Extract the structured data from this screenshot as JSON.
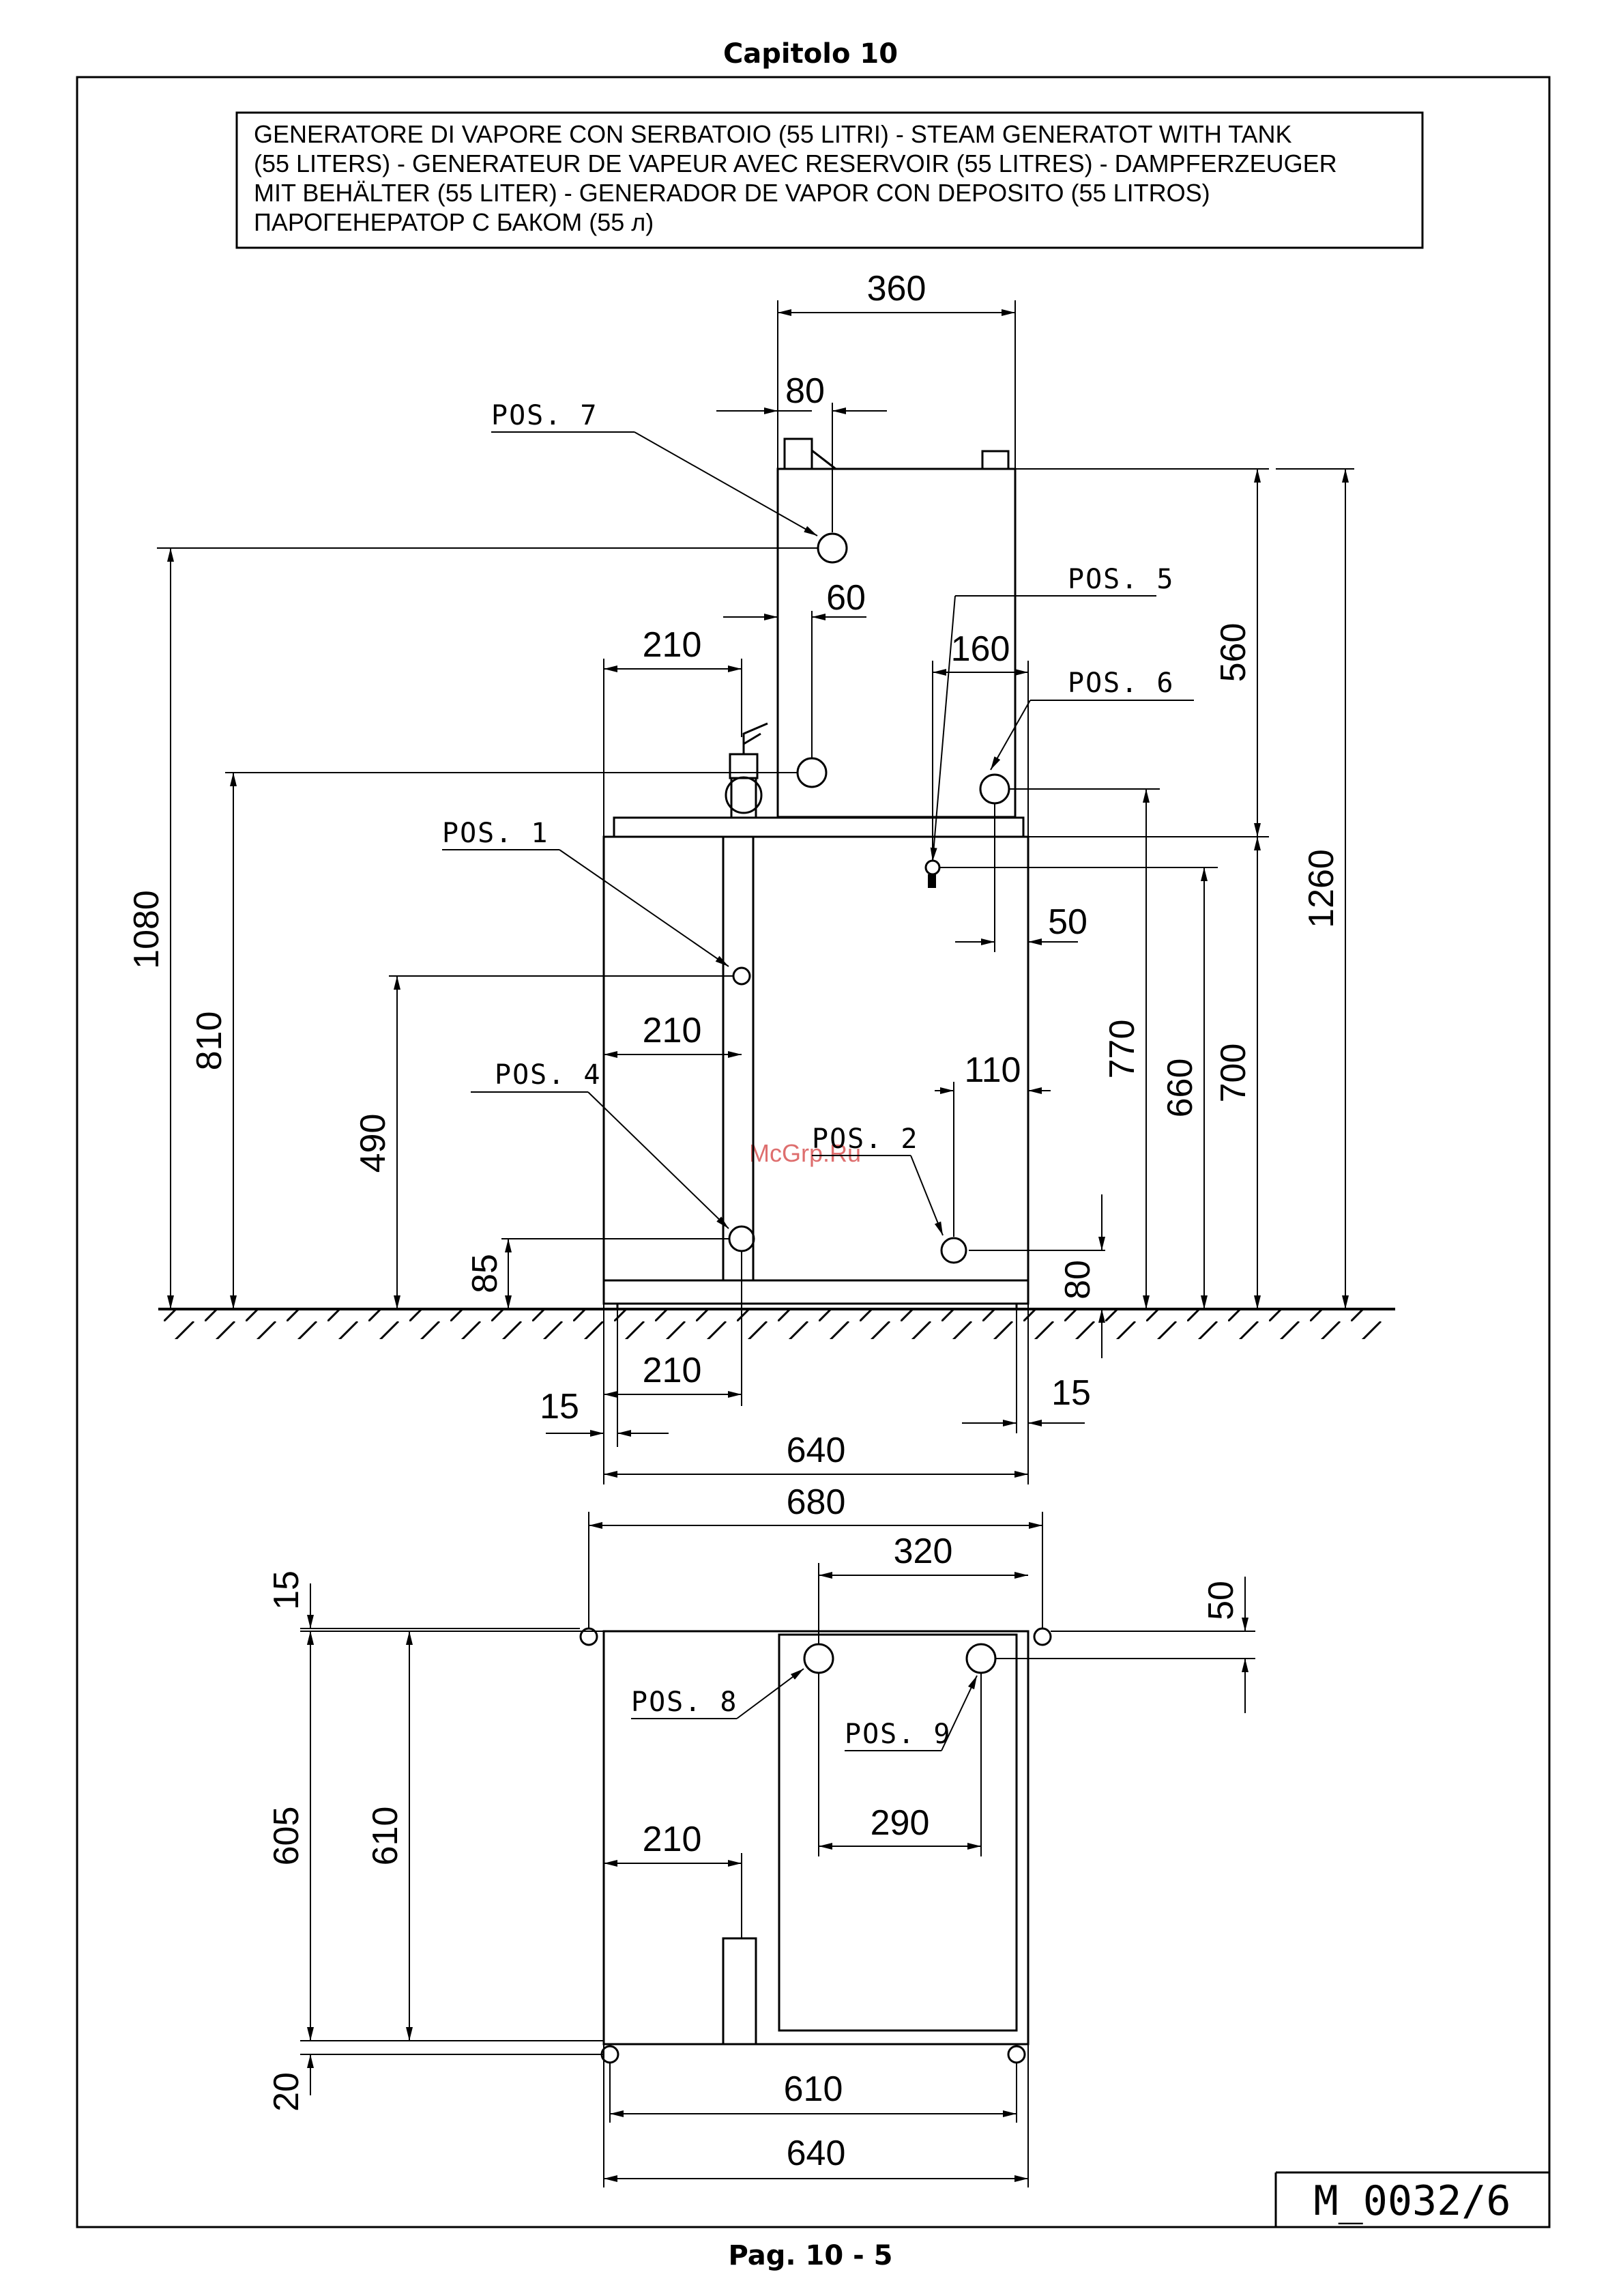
{
  "header": {
    "chapter": "Capitolo 10"
  },
  "footer": {
    "page": "Pag. 10 - 5"
  },
  "title_block": {
    "lines": [
      "GENERATORE DI VAPORE CON SERBATOIO (55 LITRI) - STEAM GENERATOT WITH TANK",
      "(55 LITERS) - GENERATEUR DE VAPEUR AVEC RESERVOIR (55 LITRES) - DAMPFERZEUGER",
      "MIT BEHÄLTER (55 LITER) - GENERADOR DE VAPOR CON DEPOSITO (55 LITROS)",
      "ПАРОГЕНЕРАТОР С БАКОМ (55 л)"
    ]
  },
  "drawing_code": "M_0032/6",
  "watermark": "McGrp.Ru",
  "positions": {
    "pos1": "POS. 1",
    "pos2": "POS. 2",
    "pos4": "POS. 4",
    "pos5": "POS. 5",
    "pos6": "POS. 6",
    "pos7": "POS. 7",
    "pos8": "POS. 8",
    "pos9": "POS. 9"
  },
  "dims_front": {
    "w360": "360",
    "w80": "80",
    "w60": "60",
    "w210a": "210",
    "w160": "160",
    "w50": "50",
    "w210b": "210",
    "w110": "110",
    "w210c": "210",
    "w15l": "15",
    "w15r": "15",
    "w640": "640",
    "h560": "560",
    "h1260": "1260",
    "h1080": "1080",
    "h810": "810",
    "h490": "490",
    "h85": "85",
    "h770": "770",
    "h660": "660",
    "h700": "700",
    "h80": "80"
  },
  "dims_top": {
    "w680": "680",
    "w320": "320",
    "w290": "290",
    "w210": "210",
    "w610": "610",
    "w640": "640",
    "h15": "15",
    "h50": "50",
    "h605": "605",
    "h610": "610",
    "h20": "20"
  }
}
